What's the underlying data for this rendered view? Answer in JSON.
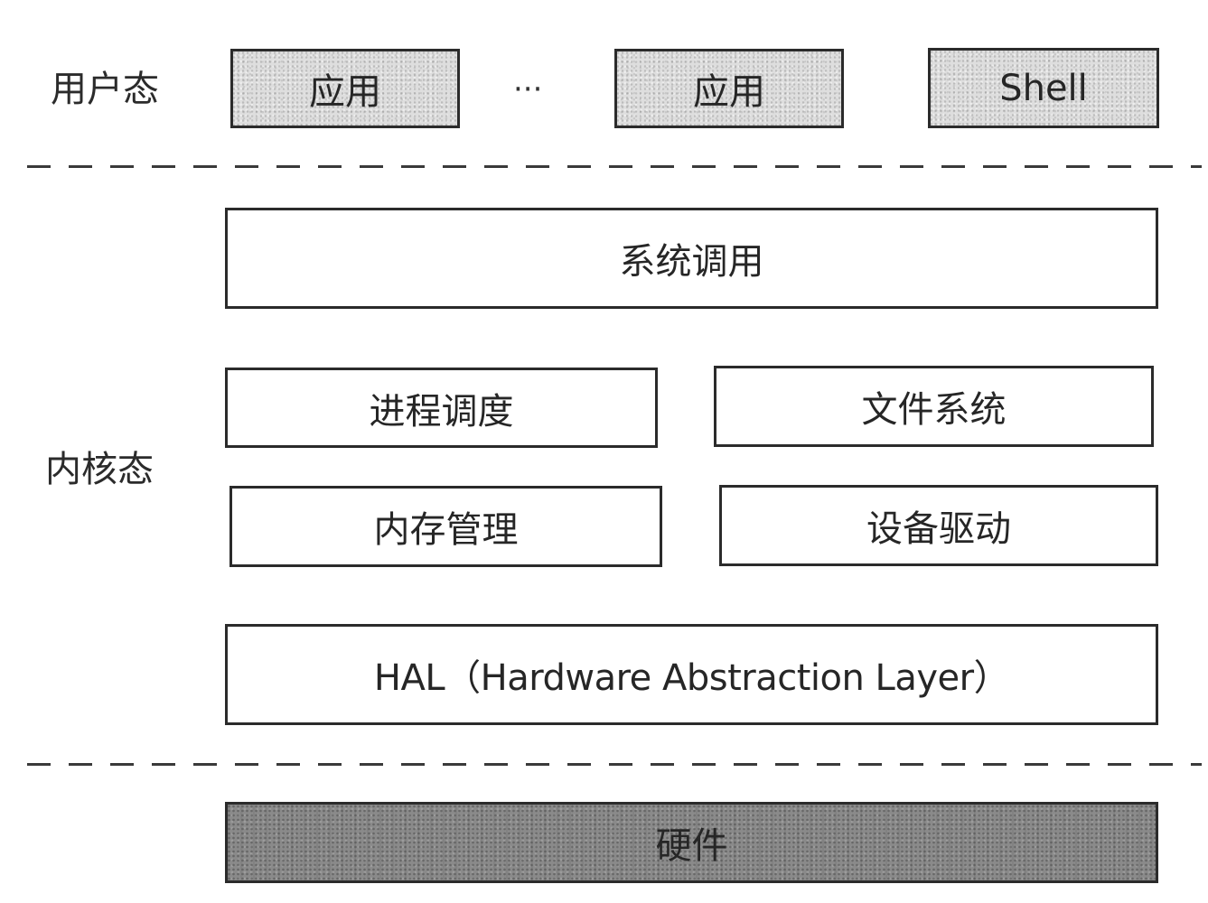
{
  "layers": {
    "user_mode_label": "用户态",
    "kernel_mode_label": "内核态"
  },
  "user_space": {
    "app_1": "应用",
    "ellipsis": "···",
    "app_2": "应用",
    "shell": "Shell"
  },
  "kernel": {
    "syscall": "系统调用",
    "process_scheduling": "进程调度",
    "file_system": "文件系统",
    "memory_management": "内存管理",
    "device_driver": "设备驱动",
    "hal": "HAL（Hardware Abstraction Layer）"
  },
  "hardware": {
    "label": "硬件"
  }
}
